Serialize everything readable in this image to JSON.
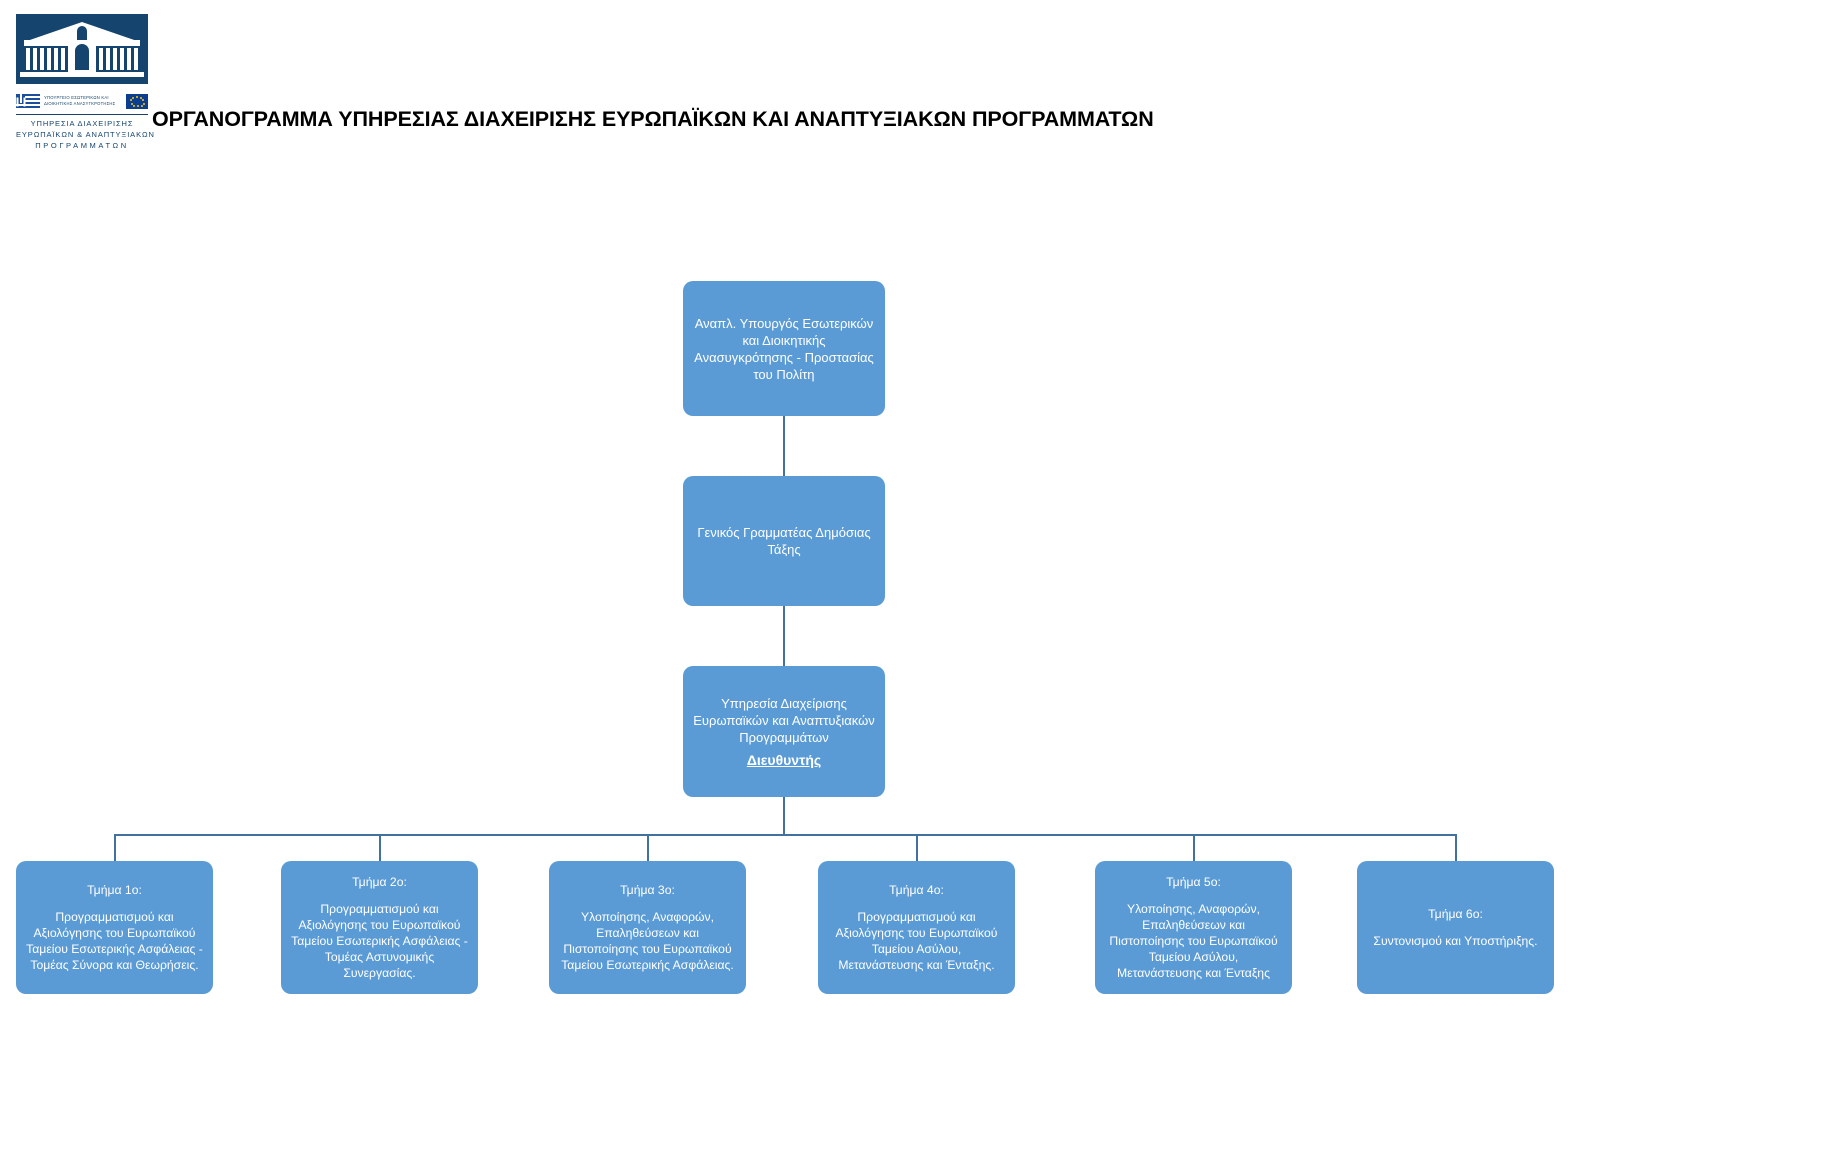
{
  "header": {
    "logo": {
      "building_icon": "neoclassical-building-icon",
      "greek_flag_icon": "greek-flag-icon",
      "eu_flag_icon": "eu-flag-icon",
      "ministry_line1": "ΥΠΟΥΡΓΕΙΟ ΕΣΩΤΕΡΙΚΩΝ ΚΑΙ",
      "ministry_line2": "ΔΙΟΙΚΗΤΙΚΗΣ ΑΝΑΣΥΓΚΡΟΤΗΣΗΣ",
      "agency_line1": "ΥΠΗΡΕΣΙΑ ΔΙΑΧΕΙΡΙΣΗΣ",
      "agency_line2": "ΕΥΡΩΠΑΪΚΩΝ & ΑΝΑΠΤΥΞΙΑΚΩΝ",
      "agency_line3": "ΠΡΟΓΡΑΜΜΑΤΩΝ"
    },
    "title": "ΟΡΓΑΝΟΓΡΑΜΜΑ ΥΠΗΡΕΣΙΑΣ ΔΙΑΧΕΙΡΙΣΗΣ ΕΥΡΩΠΑΪΚΩΝ ΚΑΙ ΑΝΑΠΤΥΞΙΑΚΩΝ ΠΡΟΓΡΑΜΜΑΤΩΝ"
  },
  "colors": {
    "node_fill": "#5B9BD5",
    "connector": "#41719C",
    "node_text": "#FFFFFF",
    "logo_blue": "#15446E",
    "background": "#FFFFFF"
  },
  "chart_data": {
    "type": "diagram",
    "title": "ΟΡΓΑΝΟΓΡΑΜΜΑ ΥΠΗΡΕΣΙΑΣ ΔΙΑΧΕΙΡΙΣΗΣ ΕΥΡΩΠΑΪΚΩΝ ΚΑΙ ΑΝΑΠΤΥΞΙΑΚΩΝ ΠΡΟΓΡΑΜΜΑΤΩΝ",
    "orientation": "top-down",
    "levels": 4,
    "nodes": [
      {
        "id": "minister",
        "level": 1,
        "text": "Αναπλ. Υπουργός Εσωτερικών και Διοικητικής Ανασυγκρότησης - Προστασίας του Πολίτη"
      },
      {
        "id": "secretary",
        "level": 2,
        "text": "Γενικός Γραμματέας Δημόσιας Τάξης"
      },
      {
        "id": "service",
        "level": 3,
        "text": "Υπηρεσία Διαχείρισης Ευρωπαϊκών και Αναπτυξιακών Προγραμμάτων",
        "role": "Διευθυντής"
      },
      {
        "id": "dept-1",
        "level": 4,
        "heading": "Τμήμα 1ο:",
        "text": "Προγραμματισμού και Αξιολόγησης του Ευρωπαϊκού Ταμείου Εσωτερικής Ασφάλειας - Τομέας Σύνορα και Θεωρήσεις."
      },
      {
        "id": "dept-2",
        "level": 4,
        "heading": "Τμήμα 2ο:",
        "text": "Προγραμματισμού και Αξιολόγησης του Ευρωπαϊκού Ταμείου Εσωτερικής Ασφάλειας - Τομέας Αστυνομικής Συνεργασίας."
      },
      {
        "id": "dept-3",
        "level": 4,
        "heading": "Τμήμα 3ο:",
        "text": "Υλοποίησης, Αναφορών, Επαληθεύσεων και Πιστοποίησης του Ευρωπαϊκού Ταμείου Εσωτερικής Ασφάλειας."
      },
      {
        "id": "dept-4",
        "level": 4,
        "heading": "Τμήμα 4ο:",
        "text": "Προγραμματισμού και Αξιολόγησης του Ευρωπαϊκού Ταμείου Ασύλου, Μετανάστευσης και Ένταξης."
      },
      {
        "id": "dept-5",
        "level": 4,
        "heading": "Τμήμα 5ο:",
        "text": "Υλοποίησης, Αναφορών, Επαληθεύσεων και Πιστοποίησης του Ευρωπαϊκού Ταμείου Ασύλου, Μετανάστευσης και Ένταξης"
      },
      {
        "id": "dept-6",
        "level": 4,
        "heading": "Τμήμα 6ο:",
        "text": "Συντονισμού και Υποστήριξης."
      }
    ],
    "edges": [
      {
        "from": "minister",
        "to": "secretary"
      },
      {
        "from": "secretary",
        "to": "service"
      },
      {
        "from": "service",
        "to": "dept-1"
      },
      {
        "from": "service",
        "to": "dept-2"
      },
      {
        "from": "service",
        "to": "dept-3"
      },
      {
        "from": "service",
        "to": "dept-4"
      },
      {
        "from": "service",
        "to": "dept-5"
      },
      {
        "from": "service",
        "to": "dept-6"
      }
    ]
  }
}
